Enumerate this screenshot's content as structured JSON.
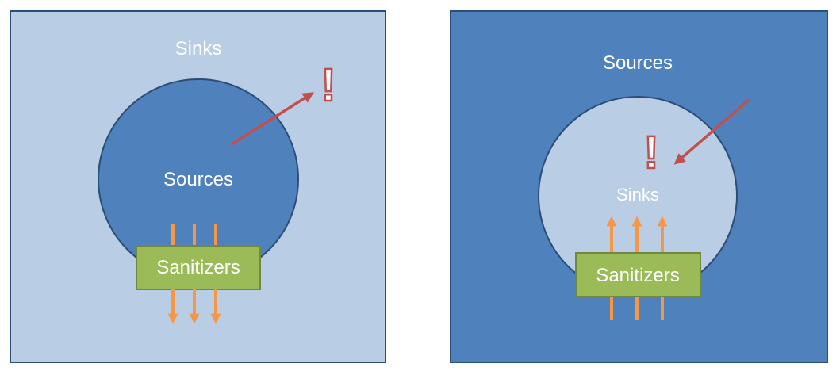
{
  "diagrams": [
    {
      "outer_label": "Sinks",
      "inner_label": "Sources",
      "filter_label": "Sanitizers",
      "alert_glyph": "!",
      "flow_direction": "outward",
      "outer_fill": "#b9cde5",
      "inner_fill": "#4f81bd"
    },
    {
      "outer_label": "Sources",
      "inner_label": "Sinks",
      "filter_label": "Sanitizers",
      "alert_glyph": "!",
      "flow_direction": "inward",
      "outer_fill": "#4f81bd",
      "inner_fill": "#b9cde5"
    }
  ],
  "colors": {
    "border": "#2c4d75",
    "sanitizer_fill": "#9bbb59",
    "sanitizer_border": "#71893f",
    "flow_arrow": "#f79646",
    "breach_arrow": "#c0504d",
    "alert": "#c0504d",
    "text": "#ffffff"
  }
}
